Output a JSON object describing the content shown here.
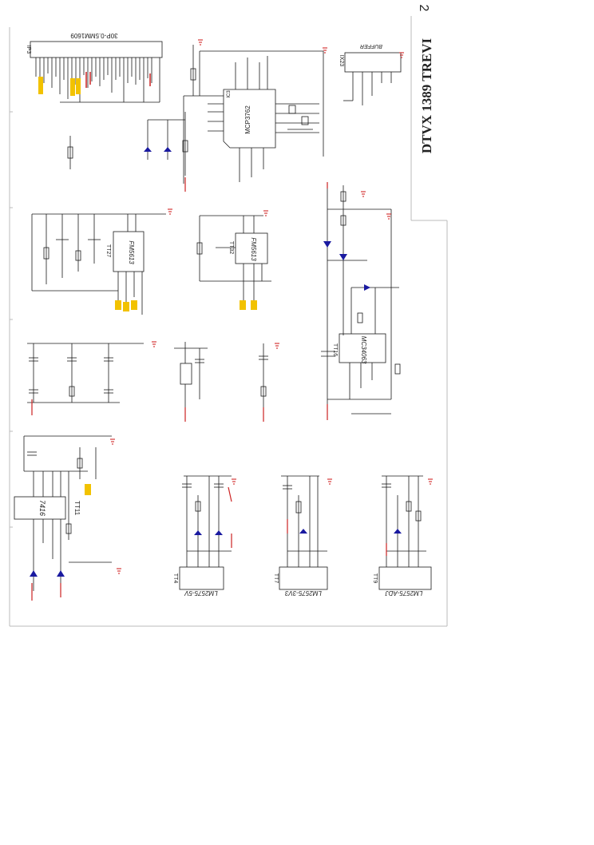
{
  "page": {
    "page_number": "2",
    "title": "DTVX 1389 TREVI"
  },
  "colors": {
    "line": "#1a1a1a",
    "label_red": "#cc2222",
    "ground_red": "#cc1111",
    "tag_yellow": "#f2c200",
    "diode_blue": "#1a1aa0",
    "frame": "#bbbbbb"
  },
  "parts": {
    "connector_label": "30P-0.5MM1609",
    "connector_ref": "IP3",
    "mcp_ic": "MCP3762",
    "mcp_ref": "IC3",
    "buffer_label": "BUFFER",
    "buffer_ref": "IX23",
    "fm_ic_a": "FM5613",
    "fm_ref_a": "TT27",
    "fm_ic_b": "FM5613",
    "fm_ref_b": "TT32",
    "mc_ic": "MC34063",
    "mc_ref": "TT16",
    "ic_7416": "7416",
    "ic_7416_ref": "TT11",
    "reg_5v": "LM2575-5V",
    "reg_5v_ref": "TT4",
    "reg_3v3": "LM2575-3V3",
    "reg_3v3_ref": "TT7",
    "reg_adj": "LM2575-ADJ",
    "reg_adj_ref": "TT9"
  }
}
